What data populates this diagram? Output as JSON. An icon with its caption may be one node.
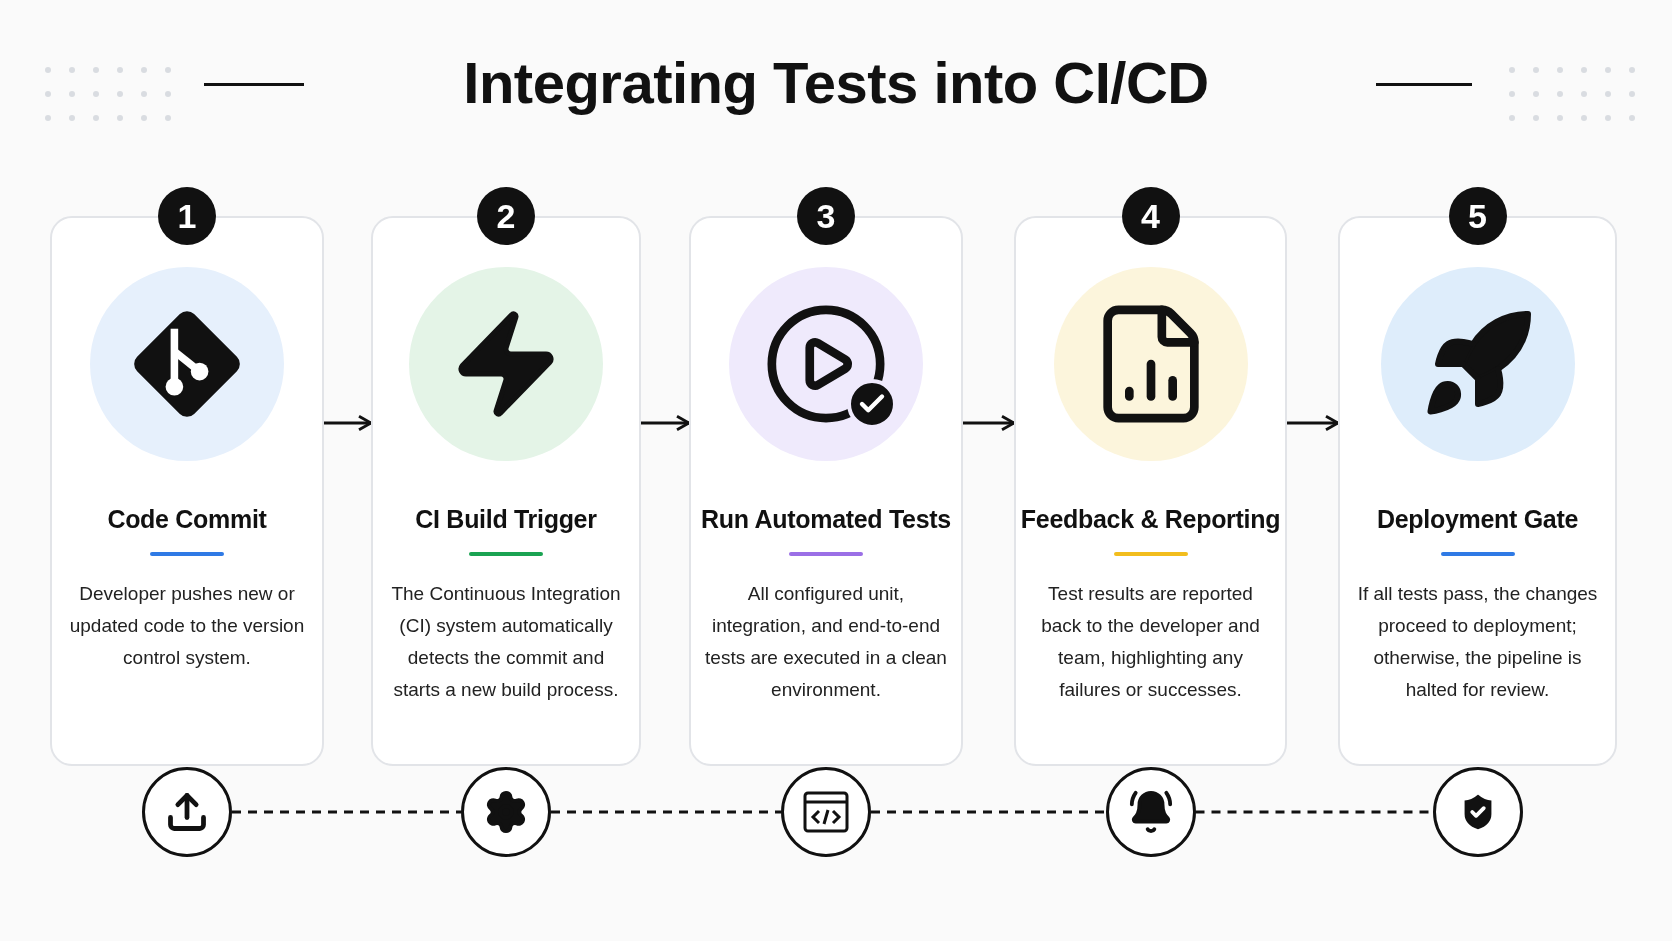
{
  "diagram": {
    "title": "Integrating Tests into CI/CD",
    "nodes": [
      {
        "text": [
          "1"
        ]
      },
      {
        "text": [
          "2"
        ]
      },
      {
        "text": [
          "3"
        ]
      },
      {
        "text": [
          "4"
        ]
      },
      {
        "text": [
          "5"
        ]
      },
      {
        "text": [
          "Code Commit",
          "Developer pushes new or updated code to the version control system."
        ]
      },
      {
        "text": [
          "CI Build Trigger",
          "The Continuous Integration (CI) system automatically detects the commit and starts a new build process."
        ]
      },
      {
        "text": [
          "Run Automated Tests",
          "All configured unit, integration, and end-to-end tests are executed in a clean environment."
        ]
      },
      {
        "text": [
          "Feedback & Reporting",
          "Test results are reported back to the developer and team, highlighting any failures or successes."
        ]
      },
      {
        "text": [
          "Deployment Gate",
          "If all tests pass, the changes proceed to deployment; otherwise, the pipeline is halted for review."
        ]
      },
      {
        "text": [],
        "shape": "circle"
      },
      {
        "text": [],
        "shape": "circle"
      },
      {
        "text": [],
        "shape": "circle"
      },
      {
        "text": [],
        "shape": "circle"
      },
      {
        "text": [],
        "shape": "circle"
      }
    ],
    "edges": [
      {
        "from": 5,
        "to": 6,
        "arrow": "to"
      },
      {
        "from": 6,
        "to": 7,
        "arrow": "to"
      },
      {
        "from": 7,
        "to": 8,
        "arrow": "to"
      },
      {
        "from": 8,
        "to": 9,
        "arrow": "to"
      },
      {
        "from": 10,
        "to": 11,
        "arrow": "none",
        "style": "dashed"
      },
      {
        "from": 11,
        "to": 12,
        "arrow": "none",
        "style": "dashed"
      },
      {
        "from": 12,
        "to": 13,
        "arrow": "none",
        "style": "dashed"
      },
      {
        "from": 13,
        "to": 14,
        "arrow": "none",
        "style": "dashed"
      }
    ]
  }
}
